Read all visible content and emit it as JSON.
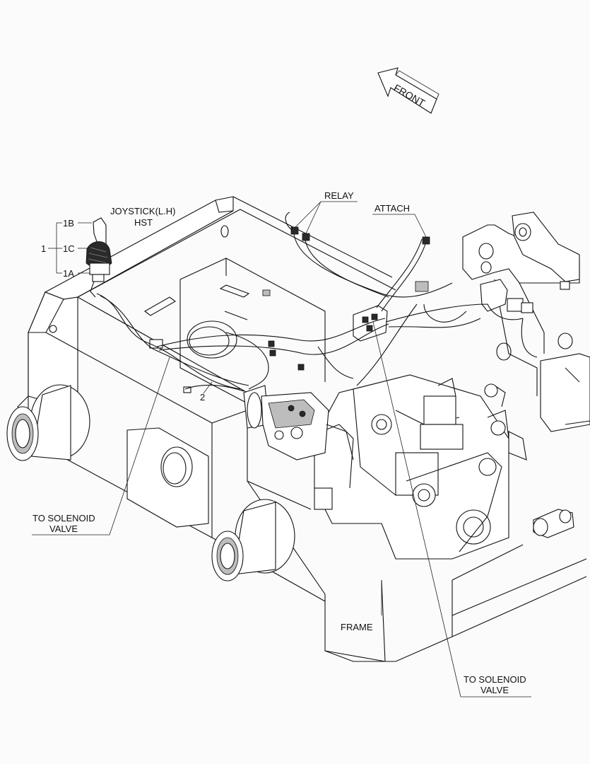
{
  "labels": {
    "front": "FRONT",
    "relay": "RELAY",
    "attach": "ATTACH",
    "joystick_line1": "JOYSTICK(L.H)",
    "joystick_line2": "HST",
    "item_1": "1",
    "item_1b": "1B",
    "item_1c": "1C",
    "item_1a": "1A",
    "item_2": "2",
    "to_solenoid_left_line1": "TO SOLENOID",
    "to_solenoid_left_line2": "VALVE",
    "to_solenoid_right_line1": "TO SOLENOID",
    "to_solenoid_right_line2": "VALVE",
    "frame": "FRAME"
  }
}
